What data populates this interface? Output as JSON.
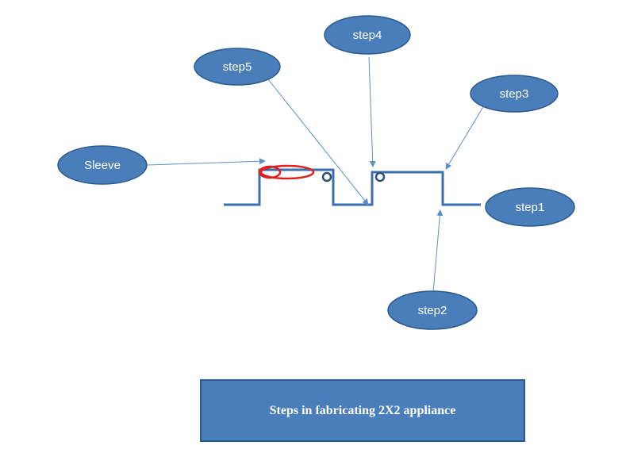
{
  "colors": {
    "oval_fill": "#4a7ebb",
    "oval_stroke": "#2c5a8c",
    "wire": "#3a6fb0",
    "arrow": "#5b8fc7",
    "sleeve": "#e02020"
  },
  "labels": {
    "sleeve": "Sleeve",
    "step1": "step1",
    "step2": "step2",
    "step3": "step3",
    "step4": "step4",
    "step5": "step5"
  },
  "caption": "Steps in fabricating 2X2 appliance"
}
